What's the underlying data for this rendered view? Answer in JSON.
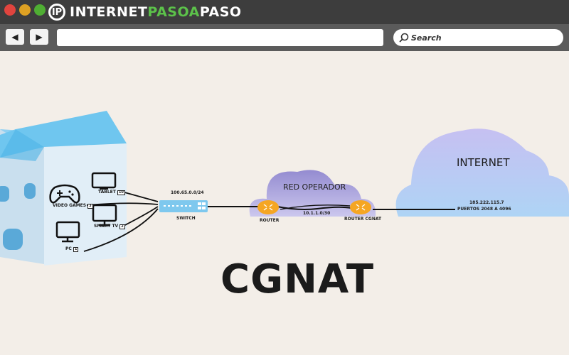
{
  "window": {
    "logo_mark": "IP",
    "logo_internet": "INTERNET",
    "logo_paso_a": "PASOA",
    "logo_paso": "PASO"
  },
  "toolbar": {
    "back_icon": "◀",
    "forward_icon": "▶",
    "url_value": "",
    "search_placeholder": "Search"
  },
  "diagram": {
    "title": "CGNAT",
    "devices": [
      {
        "label": "TABLET",
        "badge": "10"
      },
      {
        "label": "VIDEO GAMES",
        "badge": "3"
      },
      {
        "label": "SMART TV",
        "badge": "2"
      },
      {
        "label": "PC",
        "badge": "1"
      }
    ],
    "lan_subnet": "100.65.0.0/24",
    "switch_label": "SWITCH",
    "operator_cloud": "RED OPERADOR",
    "router_label": "ROUTER",
    "link_subnet": "10.1.1.0/30",
    "router_cgnat_label": "ROUTER CGNAT",
    "internet_cloud": "INTERNET",
    "public_ip": "185.222.115.7",
    "ports": "PUERTOS 2048 A 4096",
    "colors": {
      "house_roof": "#6fc6ef",
      "house_wall": "#dcecf6",
      "window": "#5aa9d8",
      "operator_cloud": "#a7a2dc",
      "internet_cloud": "#b9bdf2",
      "router": "#f5a623",
      "switch": "#7ec8ee"
    }
  }
}
